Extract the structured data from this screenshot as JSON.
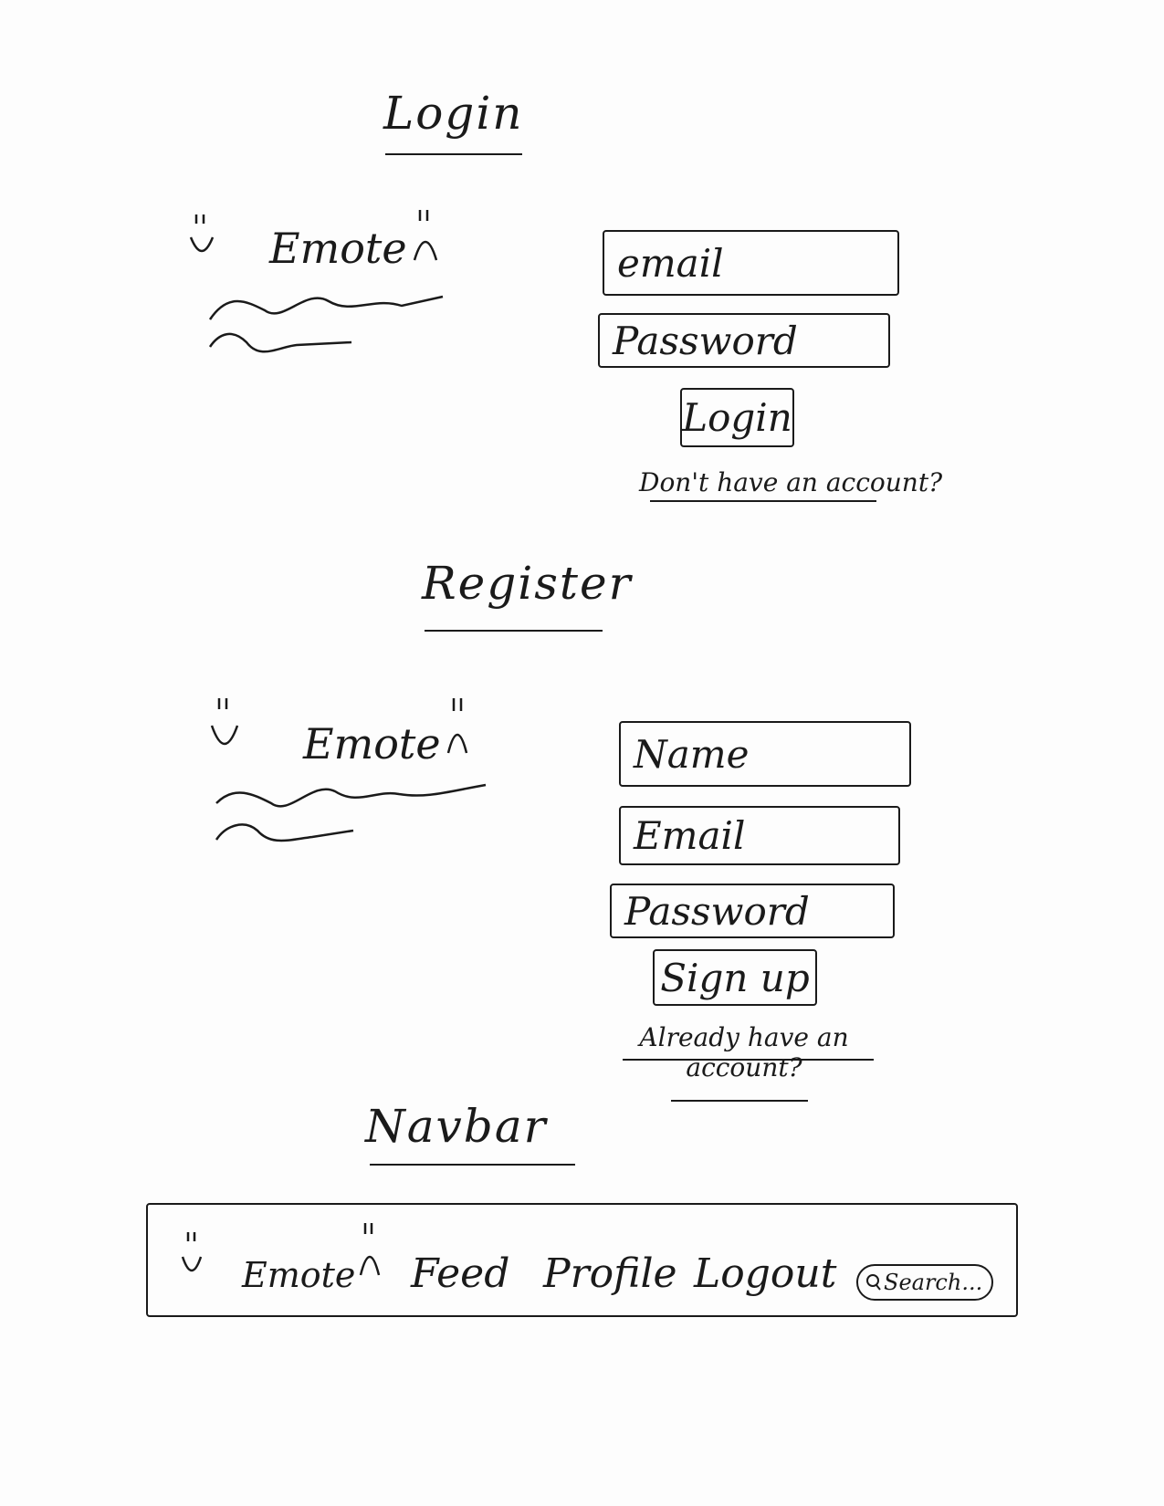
{
  "login": {
    "heading": "Login",
    "brand": "Emote",
    "email_placeholder": "email",
    "password_placeholder": "Password",
    "button": "Login",
    "link": "Don't have an account?"
  },
  "register": {
    "heading": "Register",
    "brand": "Emote",
    "name_placeholder": "Name",
    "email_placeholder": "Email",
    "password_placeholder": "Password",
    "button": "Sign up",
    "link_line1": "Already have an",
    "link_line2": "account?"
  },
  "navbar": {
    "heading": "Navbar",
    "brand": "Emote",
    "items": [
      "Feed",
      "Profile",
      "Logout"
    ],
    "search_placeholder": "Search..."
  },
  "icons": {
    "happy": "smiley-face-icon",
    "sad": "frown-face-icon",
    "search": "search-icon"
  }
}
